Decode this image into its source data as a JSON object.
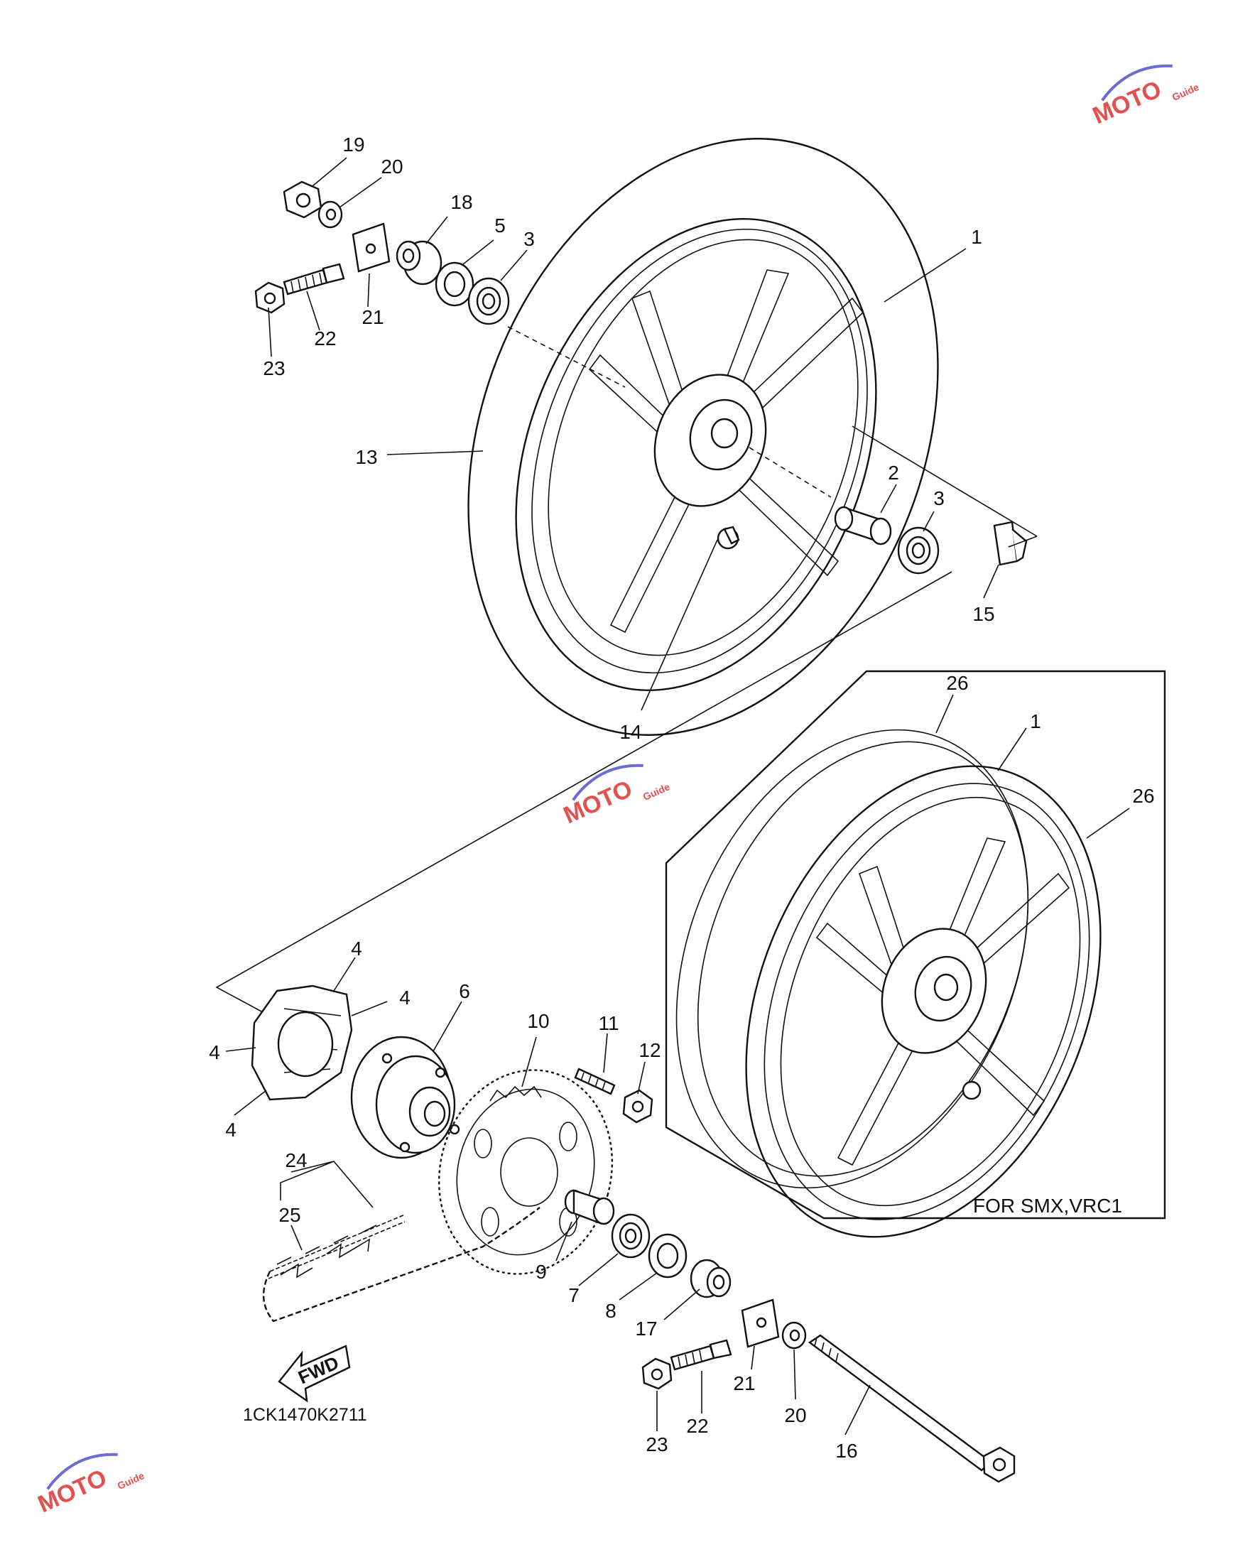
{
  "diagram": {
    "drawing_code": "1CK1470K2711",
    "variant_note": "FOR SMX,VRC1",
    "direction_label": "FWD",
    "watermark": {
      "brand": "MOTO",
      "sub": "Guide",
      "colors": {
        "brand": "#e2504f",
        "arc": "#6b6bd6",
        "sub": "#e2504f"
      }
    },
    "icons": [
      "fwd-arrow-icon",
      "watermark-logo"
    ],
    "callouts": {
      "c19": "19",
      "c20a": "20",
      "c18": "18",
      "c5": "5",
      "c3a": "3",
      "c1a": "1",
      "c21a": "21",
      "c22a": "22",
      "c23a": "23",
      "c13": "13",
      "c2": "2",
      "c3b": "3",
      "c15": "15",
      "c14": "14",
      "c26a": "26",
      "c1b": "1",
      "c26b": "26",
      "c4a": "4",
      "c4b": "4",
      "c4c": "4",
      "c4d": "4",
      "c6": "6",
      "c10": "10",
      "c11": "11",
      "c12": "12",
      "c24": "24",
      "c25": "25",
      "c9": "9",
      "c7": "7",
      "c8": "8",
      "c17": "17",
      "c21b": "21",
      "c22b": "22",
      "c20b": "20",
      "c23b": "23",
      "c16": "16"
    }
  }
}
